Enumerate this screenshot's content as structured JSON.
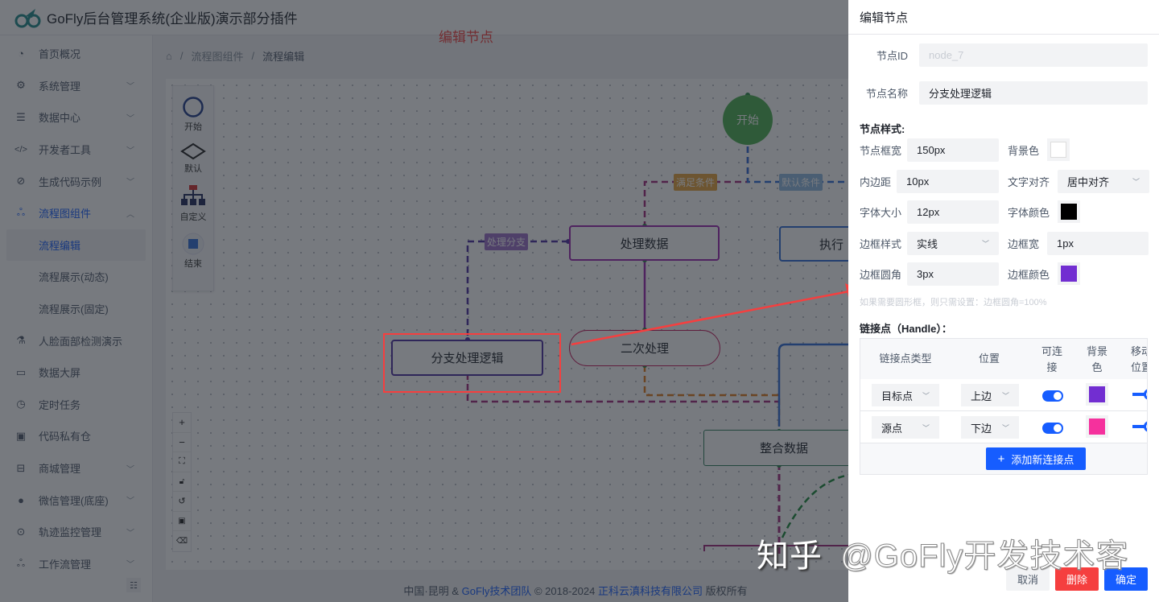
{
  "header": {
    "app_title": "GoFly后台管理系统(企业版)演示部分插件"
  },
  "annotation": {
    "title": "编辑节点"
  },
  "sidebar": {
    "items": [
      {
        "label": "首页概况",
        "icon": "dashboard-icon",
        "has_children": false
      },
      {
        "label": "系统管理",
        "icon": "gear-icon",
        "has_children": true
      },
      {
        "label": "数据中心",
        "icon": "list-icon",
        "has_children": true
      },
      {
        "label": "开发者工具",
        "icon": "code-icon",
        "has_children": true
      },
      {
        "label": "生成代码示例",
        "icon": "compass-icon",
        "has_children": true
      },
      {
        "label": "流程图组件",
        "icon": "flow-icon",
        "has_children": true,
        "expanded": true
      },
      {
        "label": "人脸面部检测演示",
        "icon": "flask-icon",
        "has_children": false
      },
      {
        "label": "数据大屏",
        "icon": "screen-icon",
        "has_children": false
      },
      {
        "label": "定时任务",
        "icon": "clock-icon",
        "has_children": false
      },
      {
        "label": "代码私有仓",
        "icon": "repo-icon",
        "has_children": false
      },
      {
        "label": "商城管理",
        "icon": "store-icon",
        "has_children": true
      },
      {
        "label": "微信管理(底座)",
        "icon": "wechat-icon",
        "has_children": true
      },
      {
        "label": "轨迹监控管理",
        "icon": "location-icon",
        "has_children": true
      },
      {
        "label": "工作流管理",
        "icon": "workflow-icon",
        "has_children": true
      }
    ],
    "subitems": [
      {
        "label": "流程编辑",
        "selected": true
      },
      {
        "label": "流程展示(动态)"
      },
      {
        "label": "流程展示(固定)"
      }
    ],
    "collapse_icon": "menu-fold-icon"
  },
  "breadcrumb": [
    "流程图组件",
    "流程编辑"
  ],
  "palette": [
    {
      "label": "开始",
      "icon": "circle-icon"
    },
    {
      "label": "默认",
      "icon": "diamond-icon"
    },
    {
      "label": "自定义",
      "icon": "org-chart-icon"
    },
    {
      "label": "结束",
      "icon": "square-icon"
    }
  ],
  "controls": [
    "zoom-in",
    "zoom-out",
    "fit-view",
    "lock",
    "undo",
    "minimap",
    "clear"
  ],
  "flow": {
    "nodes": [
      {
        "id": "start",
        "label": "开始"
      },
      {
        "id": "process",
        "label": "处理数据"
      },
      {
        "id": "exec",
        "label": "执行"
      },
      {
        "id": "branch",
        "label": "分支处理逻辑"
      },
      {
        "id": "second",
        "label": "二次处理"
      },
      {
        "id": "merge",
        "label": "整合数据"
      }
    ],
    "edge_labels": [
      {
        "label": "满足条件",
        "color": "#e6a23c"
      },
      {
        "label": "默认条件",
        "color": "#8fb8e0"
      },
      {
        "label": "处理分支",
        "color": "#9b6fc9"
      }
    ]
  },
  "footer": {
    "prefix": "中国·昆明 &",
    "team": "GoFly技术团队",
    "copyright": "© 2018-2024",
    "company": "正科云滇科技有限公司",
    "suffix": "版权所有"
  },
  "drawer": {
    "title": "编辑节点",
    "node_id_label": "节点ID",
    "node_id_value": "node_7",
    "node_name_label": "节点名称",
    "node_name_value": "分支处理逻辑",
    "style_section": "节点样式:",
    "width_label": "节点框宽",
    "width_value": "150px",
    "bg_label": "背景色",
    "bg_color": "#ffffff",
    "padding_label": "内边距",
    "padding_value": "10px",
    "align_label": "文字对齐",
    "align_value": "居中对齐",
    "font_size_label": "字体大小",
    "font_size_value": "12px",
    "font_color_label": "字体颜色",
    "font_color": "#000000",
    "border_style_label": "边框样式",
    "border_style_value": "实线",
    "border_width_label": "边框宽",
    "border_width_value": "1px",
    "radius_label": "边框圆角",
    "radius_value": "3px",
    "border_color_label": "边框颜色",
    "border_color": "#722ed1",
    "hint": "如果需要圆形框，则只需设置：边框圆角=100%",
    "handle_section": "链接点（Handle）：",
    "handle_table": {
      "headers": [
        "链接点类型",
        "位置",
        "可连接",
        "背景色",
        "移动位置"
      ],
      "rows": [
        {
          "type": "目标点",
          "position": "上边",
          "connectable": true,
          "color": "#722ed1"
        },
        {
          "type": "源点",
          "position": "下边",
          "connectable": true,
          "color": "#f5319d"
        }
      ],
      "add_label": "添加新连接点"
    },
    "cancel_label": "取消",
    "delete_label": "删除",
    "confirm_label": "确定"
  },
  "watermark": {
    "platform": "知乎",
    "author": "@GoFly开发技术客"
  }
}
